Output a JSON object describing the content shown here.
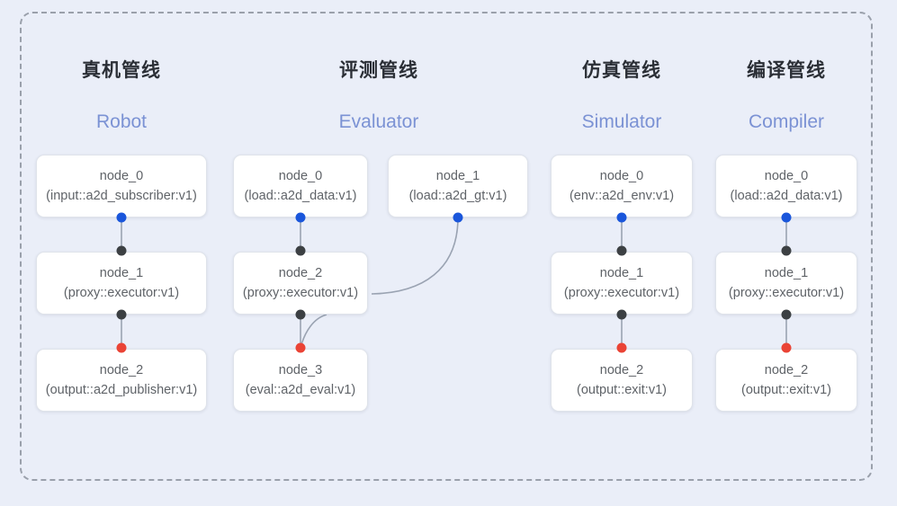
{
  "diagram": {
    "background_color": "#eaeef8",
    "frame_border_color": "#9aa0ab",
    "colors": {
      "port_input": "#1a56db",
      "port_intermediate": "#3c4043",
      "port_output": "#ea4335",
      "edge": "#9aa3b2",
      "title_cn": "#2b2f36",
      "title_en": "#7b92d4",
      "node_text": "#5f6368",
      "node_border": "#dfe3ea"
    }
  },
  "columns": [
    {
      "title_cn": "真机管线",
      "title_en": "Robot",
      "nodes": [
        {
          "id": "node_0",
          "kind": "(input::a2d_subscriber:v1)"
        },
        {
          "id": "node_1",
          "kind": "(proxy::executor:v1)"
        },
        {
          "id": "node_2",
          "kind": "(output::a2d_publisher:v1)"
        }
      ]
    },
    {
      "title_cn": "评测管线",
      "title_en": "Evaluator",
      "nodes": [
        {
          "id": "node_0",
          "kind": "(load::a2d_data:v1)"
        },
        {
          "id": "node_1",
          "kind": "(load::a2d_gt:v1)"
        },
        {
          "id": "node_2",
          "kind": "(proxy::executor:v1)"
        },
        {
          "id": "node_3",
          "kind": "(eval::a2d_eval:v1)"
        }
      ]
    },
    {
      "title_cn": "仿真管线",
      "title_en": "Simulator",
      "nodes": [
        {
          "id": "node_0",
          "kind": "(env::a2d_env:v1)"
        },
        {
          "id": "node_1",
          "kind": "(proxy::executor:v1)"
        },
        {
          "id": "node_2",
          "kind": "(output::exit:v1)"
        }
      ]
    },
    {
      "title_cn": "编译管线",
      "title_en": "Compiler",
      "nodes": [
        {
          "id": "node_0",
          "kind": "(load::a2d_data:v1)"
        },
        {
          "id": "node_1",
          "kind": "(proxy::executor:v1)"
        },
        {
          "id": "node_2",
          "kind": "(output::exit:v1)"
        }
      ]
    }
  ]
}
